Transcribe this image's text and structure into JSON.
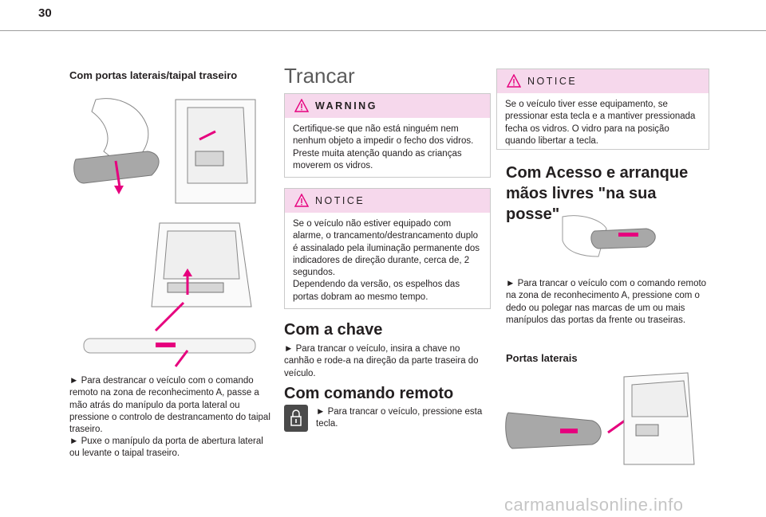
{
  "page_number": "30",
  "left": {
    "heading": "Com portas laterais/taipal traseiro",
    "para1": "► Para destrancar o veículo com o comando remoto na zona de reconhecimento A, passe a mão atrás do manípulo da porta lateral ou pressione o controlo de destrancamento do taipal traseiro.",
    "para2": "► Puxe o manípulo da porta de abertura lateral ou levante o taipal traseiro."
  },
  "middle": {
    "title": "Trancar",
    "warning": {
      "label": "WARNING",
      "text": "Certifique-se que não está ninguém nem nenhum objeto a impedir o fecho dos vidros. Preste muita atenção quando as crianças moverem os vidros."
    },
    "notice": {
      "label": "NOTICE",
      "text1": "Se o veículo não estiver equipado com alarme, o trancamento/destrancamento duplo é assinalado pela iluminação permanente dos indicadores de direção durante, cerca de, 2 segundos.",
      "text2": "Dependendo da versão, os espelhos das portas dobram ao mesmo tempo."
    },
    "key_heading": "Com a chave",
    "key_text": "► Para trancar o veículo, insira a chave no canhão e rode-a na direção da parte traseira do veículo.",
    "remote_heading": "Com comando remoto",
    "remote_text": "► Para trancar o veículo, pressione esta tecla."
  },
  "right": {
    "notice": {
      "label": "NOTICE",
      "text": "Se o veículo tiver esse equipamento, se pressionar esta tecla e a mantiver pressionada fecha os vidros. O vidro para na posição quando libertar a tecla."
    },
    "heading": "Com Acesso e arranque mãos livres \"na sua posse\"",
    "para": "► Para trancar o veículo com o comando remoto na zona de reconhecimento A, pressione com o dedo ou polegar nas marcas de um ou mais manípulos das portas da frente ou traseiras.",
    "sub_heading": "Portas laterais"
  },
  "watermark": "carmanualsonline.info",
  "colors": {
    "accent": "#e6007e",
    "box_header": "#f6d8ec"
  }
}
